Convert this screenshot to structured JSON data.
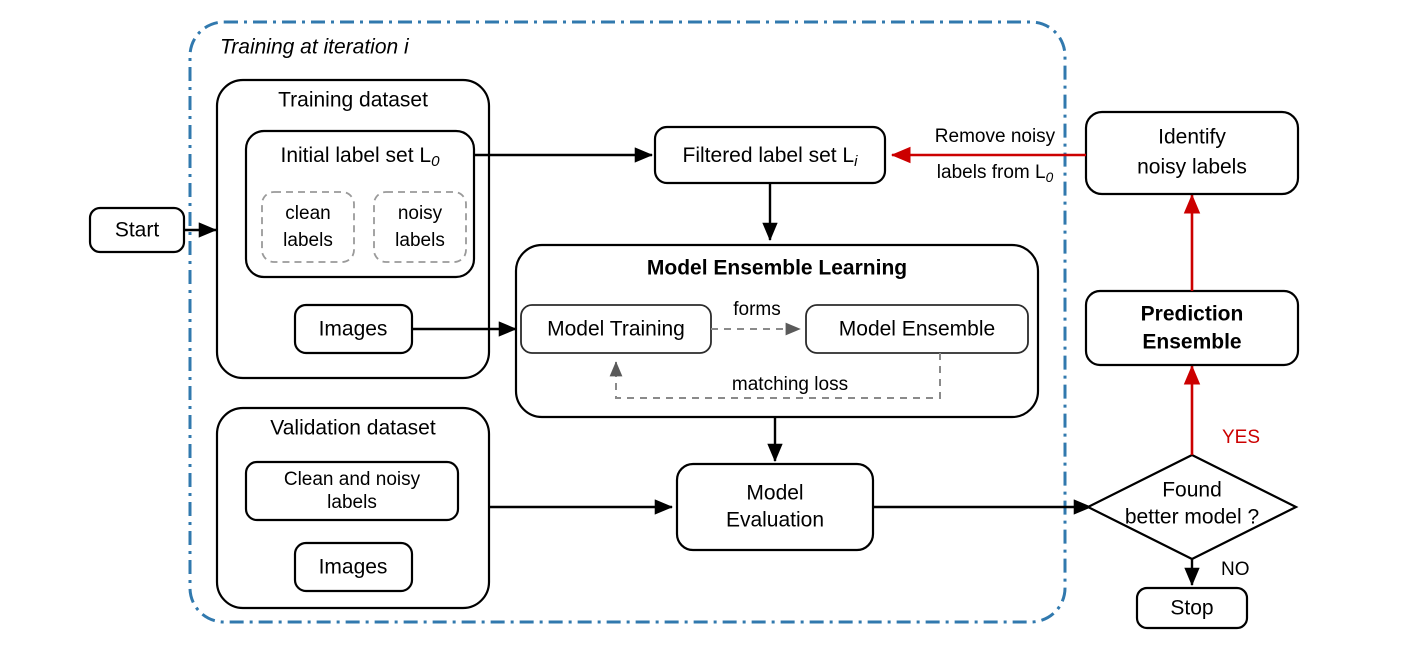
{
  "diagram": {
    "title": "Training at iteration i",
    "colors": {
      "group_border": "#3179ae",
      "red_accent": "#cc0000",
      "edge": "#000000",
      "dashed_edge": "#8a8a8a",
      "background": "#ffffff"
    }
  },
  "nodes": {
    "start": "Start",
    "training_dataset": "Training dataset",
    "initial_label_set": "Initial label set L",
    "initial_label_set_sub": "0",
    "clean_labels_line1": "clean",
    "clean_labels_line2": "labels",
    "noisy_labels_line1": "noisy",
    "noisy_labels_line2": "labels",
    "train_images": "Images",
    "filtered_label_set": "Filtered label set L",
    "filtered_label_set_sub": "i",
    "model_ensemble_learning": "Model Ensemble Learning",
    "model_training": "Model Training",
    "model_ensemble": "Model Ensemble",
    "validation_dataset": "Validation dataset",
    "clean_and_noisy_line1": "Clean and noisy",
    "clean_and_noisy_line2": "labels",
    "val_images": "Images",
    "model_evaluation_line1": "Model",
    "model_evaluation_line2": "Evaluation",
    "decision_line1": "Found",
    "decision_line2": "better model ?",
    "stop": "Stop",
    "prediction_ensemble_line1": "Prediction",
    "prediction_ensemble_line2": "Ensemble",
    "identify_noisy_line1": "Identify",
    "identify_noisy_line2": "noisy labels"
  },
  "edge_labels": {
    "forms": "forms",
    "matching_loss": "matching loss",
    "yes": "YES",
    "no": "NO",
    "remove_noisy_line1": "Remove noisy",
    "remove_noisy_line2": "labels from L",
    "remove_noisy_line2_sub": "0"
  }
}
